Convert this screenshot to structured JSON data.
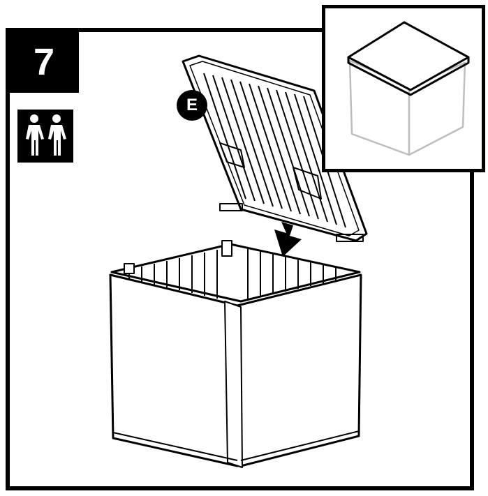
{
  "step": {
    "number": "7"
  },
  "people_icon": {
    "name": "two-person-icon",
    "count": 2,
    "color": "#000000"
  },
  "part_label": {
    "text": "E"
  },
  "illustration": {
    "lid": "lid-panel-illustration",
    "box": "storage-box-base-illustration",
    "arrow": "down-arrow-icon",
    "inset": "assembled-box-preview"
  },
  "colors": {
    "ink": "#000000",
    "paper": "#ffffff",
    "inset_light": "#bdbdbd"
  }
}
